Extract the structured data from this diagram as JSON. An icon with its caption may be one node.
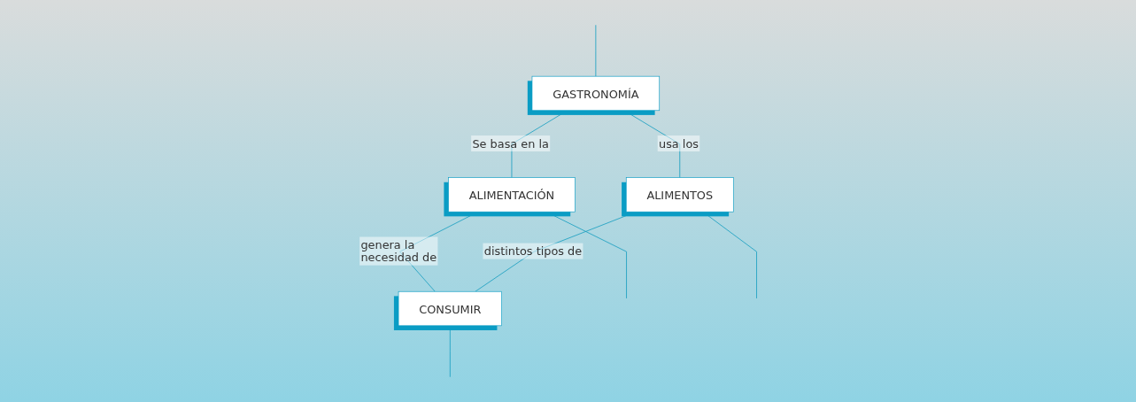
{
  "diagram": {
    "nodes": [
      {
        "text": [
          "GASTRONOMÍA"
        ]
      },
      {
        "text": [
          "ALIMENTACIÓN"
        ]
      },
      {
        "text": [
          "ALIMENTOS"
        ]
      },
      {
        "text": [
          "CONSUMIR"
        ]
      }
    ],
    "edges": [
      {
        "from": 0,
        "to": 1,
        "label": "Se basa en la",
        "arrow": "none"
      },
      {
        "from": 0,
        "to": 2,
        "label": "usa los",
        "arrow": "none"
      },
      {
        "from": 1,
        "to": 3,
        "label": "genera la necesidad de",
        "arrow": "none"
      },
      {
        "from": 2,
        "to": 3,
        "label": "distintos tipos de",
        "arrow": "none"
      },
      {
        "from": null,
        "to": 0,
        "arrow": "none"
      },
      {
        "from": 1,
        "to": null,
        "arrow": "none"
      },
      {
        "from": 2,
        "to": null,
        "arrow": "none"
      },
      {
        "from": 3,
        "to": null,
        "arrow": "none"
      }
    ]
  }
}
